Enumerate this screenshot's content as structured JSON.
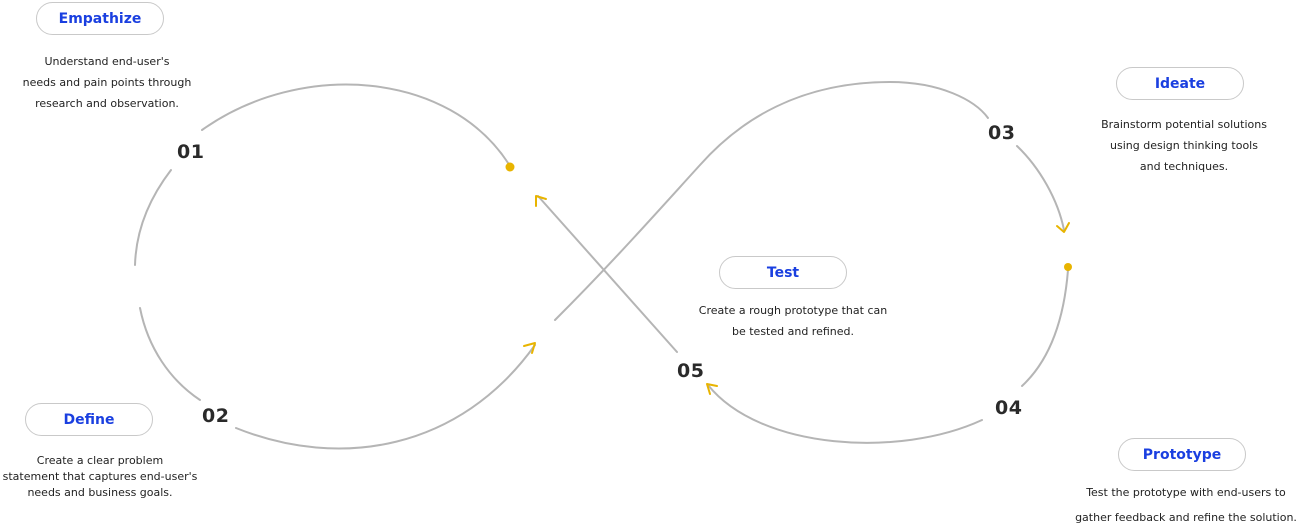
{
  "colors": {
    "curve": "#b5b5b5",
    "accent": "#e8b400",
    "label": "#1a3fe0",
    "text": "#222222"
  },
  "steps": [
    {
      "number": "01",
      "title": "Empathize",
      "description": [
        "Understand end-user's",
        "needs and pain points through",
        "research and observation."
      ]
    },
    {
      "number": "02",
      "title": "Define",
      "description": [
        "Create a clear problem",
        "statement that captures end-user's",
        "needs and business goals."
      ]
    },
    {
      "number": "03",
      "title": "Ideate",
      "description": [
        "Brainstorm potential solutions",
        "using design thinking tools",
        "and techniques."
      ]
    },
    {
      "number": "04",
      "title": "Prototype",
      "description": [
        "Test the prototype with end-users to",
        "gather feedback and refine the solution."
      ]
    },
    {
      "number": "05",
      "title": "Test",
      "description": [
        "Create a rough prototype that can",
        "be tested and refined."
      ]
    }
  ]
}
